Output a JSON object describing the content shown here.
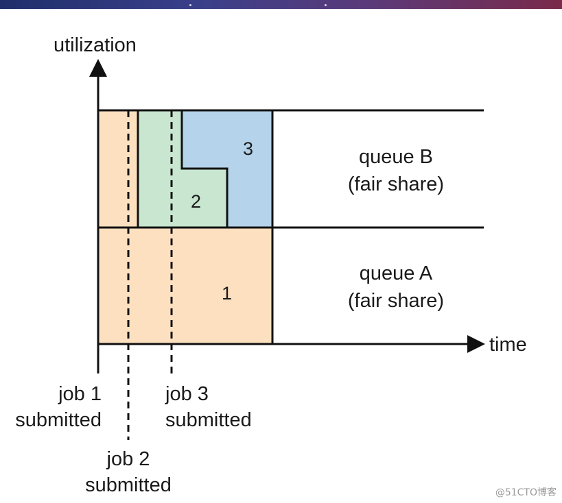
{
  "axes": {
    "y_label": "utilization",
    "x_label": "time"
  },
  "queues": [
    {
      "name": "queue B",
      "note": "(fair share)"
    },
    {
      "name": "queue A",
      "note": "(fair share)"
    }
  ],
  "jobs": [
    {
      "number": "1",
      "line1": "job 1",
      "line2": "submitted",
      "color": "#fde0c0"
    },
    {
      "number": "2",
      "line1": "job 2",
      "line2": "submitted",
      "color": "#c8e6d0"
    },
    {
      "number": "3",
      "line1": "job 3",
      "line2": "submitted",
      "color": "#b5d3ea"
    }
  ],
  "colors": {
    "job1": "#fde0c0",
    "job2": "#c8e6d0",
    "job3": "#b5d3ea",
    "line": "#111111"
  },
  "watermark": "@51CTO博客"
}
